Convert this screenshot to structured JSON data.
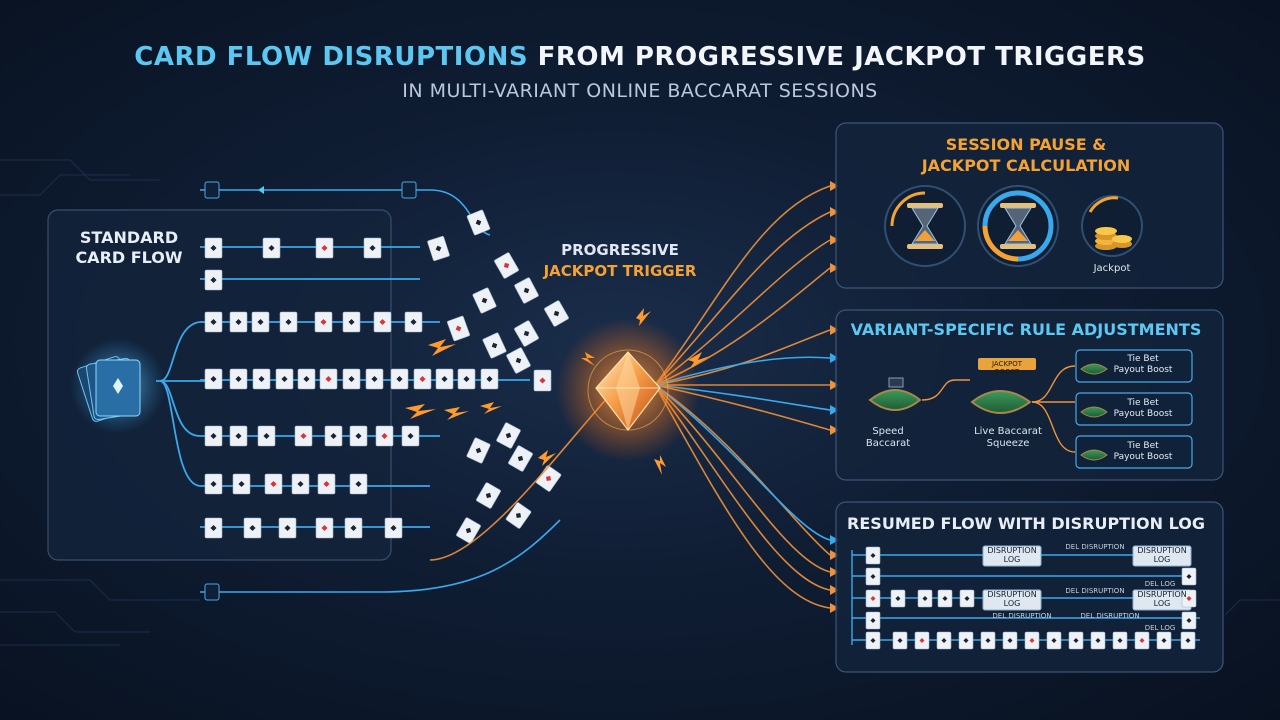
{
  "title": {
    "accent": "CARD FLOW DISRUPTIONS",
    "rest": " FROM PROGRESSIVE JACKPOT TRIGGERS",
    "subtitle": "IN MULTI-VARIANT ONLINE BACCARAT SESSIONS"
  },
  "left_panel": {
    "label_line1": "STANDARD",
    "label_line2": "CARD FLOW"
  },
  "trigger": {
    "line1": "PROGRESSIVE",
    "line2": "JACKPOT TRIGGER"
  },
  "pause_panel": {
    "title_line1": "SESSION PAUSE &",
    "title_line2": "JACKPOT CALCULATION",
    "jackpot_label": "Jackpot"
  },
  "rules_panel": {
    "title": "VARIANT-SPECIFIC RULE ADJUSTMENTS",
    "table1_line1": "Speed",
    "table1_line2": "Baccarat",
    "table2_line1": "Live Baccarat",
    "table2_line2": "Squeeze",
    "tag": "JACKPOT BOOST",
    "outputs": [
      {
        "line1": "Tie Bet",
        "line2": "Payout Boost"
      },
      {
        "line1": "Tie Bet",
        "line2": "Payout Boost"
      },
      {
        "line1": "Tie Bet",
        "line2": "Payout Boost"
      }
    ]
  },
  "log_panel": {
    "title": "RESUMED FLOW WITH DISRUPTION LOG",
    "logs": [
      {
        "line1": "DISRUPTION",
        "line2": "LOG"
      },
      {
        "line1": "DISRUPTION",
        "line2": "LOG"
      },
      {
        "line1": "DISRUPTION",
        "line2": "LOG"
      },
      {
        "line1": "DISRUPTION",
        "line2": "LOG"
      }
    ],
    "notes": [
      "DEL DISRUPTION",
      "DEL DISRUPTION",
      "DEL DISRUPTION",
      "DEL DISRUPTION",
      "DEL LOG",
      "DEL LOG"
    ]
  },
  "colors": {
    "accent_blue": "#5cc8f2",
    "accent_orange": "#f5a234",
    "card_white": "#eef2f7",
    "suit_red": "#d8353a",
    "panel_border": "#3b5578"
  }
}
